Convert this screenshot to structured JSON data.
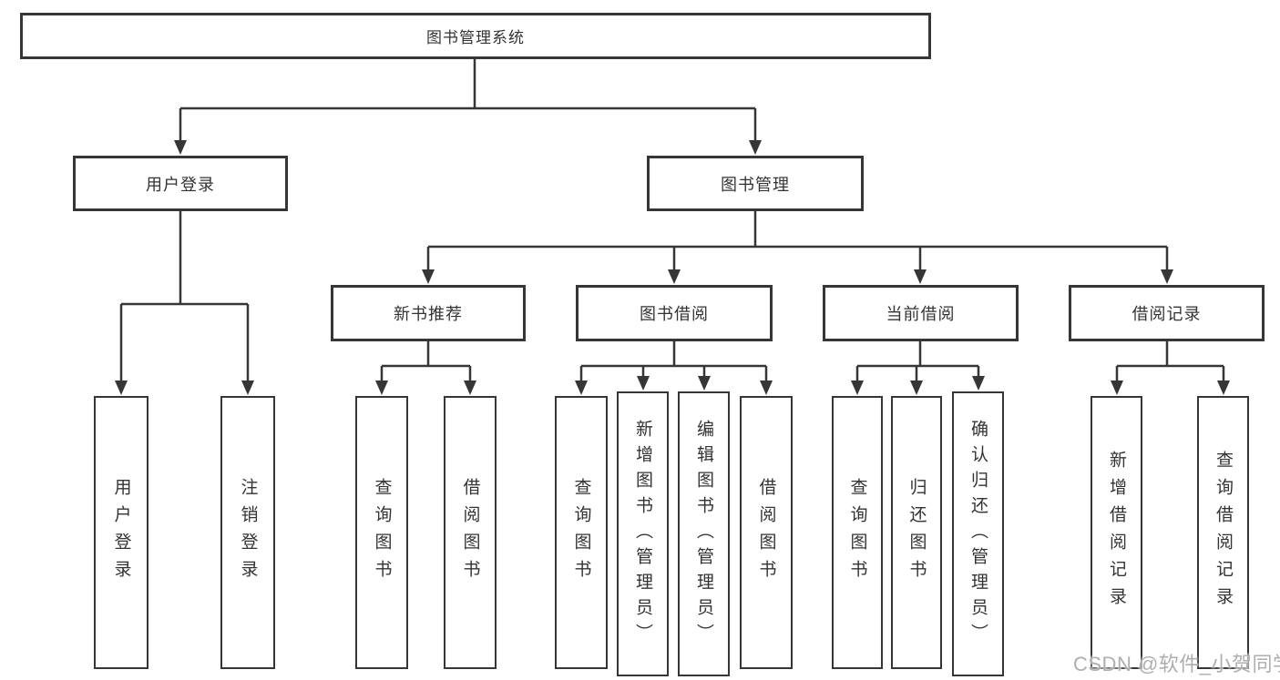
{
  "diagram": {
    "root": {
      "label": "图书管理系统"
    },
    "level2": [
      {
        "label": "用户登录"
      },
      {
        "label": "图书管理"
      }
    ],
    "level3": [
      {
        "label": "新书推荐"
      },
      {
        "label": "图书借阅"
      },
      {
        "label": "当前借阅"
      },
      {
        "label": "借阅记录"
      }
    ],
    "leaves": {
      "user_login": [
        "用户登录",
        "注销登录"
      ],
      "new_book": [
        "查询图书",
        "借阅图书"
      ],
      "book_borrow": [
        "查询图书",
        "新增图书（管理员）",
        "编辑图书（管理员）",
        "借阅图书"
      ],
      "current_borrow": [
        "查询图书",
        "归还图书",
        "确认归还（管理员）"
      ],
      "borrow_record": [
        "新增借阅记录",
        "查询借阅记录"
      ]
    }
  },
  "watermark": {
    "text": "CSDN @软件_小贺同学"
  },
  "colors": {
    "line": "#363636",
    "text": "#333333",
    "watermark": "#aeaeae",
    "background": "#ffffff"
  }
}
